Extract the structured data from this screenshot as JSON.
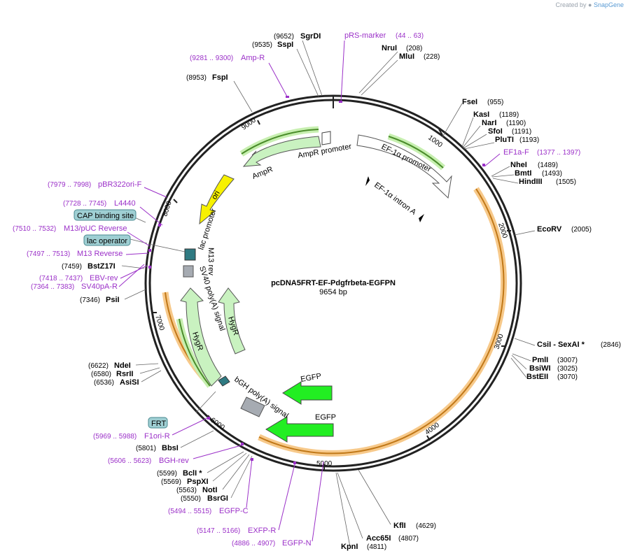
{
  "watermark": {
    "prefix": "Created by",
    "brand": "SnapGene"
  },
  "plasmid": {
    "name": "pcDNA5FRT-EF-Pdgfrbeta-EGFPN",
    "size": "9654 bp"
  },
  "ticks": [
    "1000",
    "2000",
    "3000",
    "4000",
    "5000",
    "6000",
    "7000",
    "8000",
    "9000"
  ],
  "sites": [
    {
      "name": "SgrDI",
      "pos": "(9652)"
    },
    {
      "name": "SspI",
      "pos": "(9535)"
    },
    {
      "name": "NruI",
      "pos": "(208)"
    },
    {
      "name": "MluI",
      "pos": "(228)"
    },
    {
      "name": "FspI",
      "pos": "(8953)"
    },
    {
      "name": "FseI",
      "pos": "(955)"
    },
    {
      "name": "KasI",
      "pos": "(1189)"
    },
    {
      "name": "NarI",
      "pos": "(1190)"
    },
    {
      "name": "SfoI",
      "pos": "(1191)"
    },
    {
      "name": "PluTI",
      "pos": "(1193)"
    },
    {
      "name": "NheI",
      "pos": "(1489)"
    },
    {
      "name": "BmtI",
      "pos": "(1493)"
    },
    {
      "name": "HindIII",
      "pos": "(1505)"
    },
    {
      "name": "EcoRV",
      "pos": "(2005)"
    },
    {
      "name": "CsiI - SexAI *",
      "pos": "(2846)"
    },
    {
      "name": "PmlI",
      "pos": "(3007)"
    },
    {
      "name": "BsiWI",
      "pos": "(3025)"
    },
    {
      "name": "BstEII",
      "pos": "(3070)"
    },
    {
      "name": "KflI",
      "pos": "(4629)"
    },
    {
      "name": "Acc65I",
      "pos": "(4807)"
    },
    {
      "name": "KpnI",
      "pos": "(4811)"
    },
    {
      "name": "BsrGI",
      "pos": "(5550)"
    },
    {
      "name": "NotI",
      "pos": "(5563)"
    },
    {
      "name": "PspXI",
      "pos": "(5569)"
    },
    {
      "name": "BclI *",
      "pos": "(5599)"
    },
    {
      "name": "BbsI",
      "pos": "(5801)"
    },
    {
      "name": "AsiSI",
      "pos": "(6536)"
    },
    {
      "name": "RsrII",
      "pos": "(6580)"
    },
    {
      "name": "NdeI",
      "pos": "(6622)"
    },
    {
      "name": "PsiI",
      "pos": "(7346)"
    },
    {
      "name": "BstZ17I",
      "pos": "(7459)"
    }
  ],
  "primers": [
    {
      "name": "pRS-marker",
      "range": "(44 .. 63)"
    },
    {
      "name": "Amp-R",
      "range": "(9281 .. 9300)"
    },
    {
      "name": "EF1a-F",
      "range": "(1377 .. 1397)"
    },
    {
      "name": "pBR322ori-F",
      "range": "(7979 .. 7998)"
    },
    {
      "name": "L4440",
      "range": "(7728 .. 7745)"
    },
    {
      "name": "M13/pUC Reverse",
      "range": "(7510 .. 7532)"
    },
    {
      "name": "M13 Reverse",
      "range": "(7497 .. 7513)"
    },
    {
      "name": "EBV-rev",
      "range": "(7418 .. 7437)"
    },
    {
      "name": "SV40pA-R",
      "range": "(7364 .. 7383)"
    },
    {
      "name": "F1ori-R",
      "range": "(5969 .. 5988)"
    },
    {
      "name": "BGH-rev",
      "range": "(5606 .. 5623)"
    },
    {
      "name": "EGFP-C",
      "range": "(5494 .. 5515)"
    },
    {
      "name": "EXFP-R",
      "range": "(5147 .. 5166)"
    },
    {
      "name": "EGFP-N",
      "range": "(4886 .. 4907)"
    }
  ],
  "boxed_labels": {
    "cap": "CAP binding site",
    "lacop": "lac operator",
    "frt": "FRT"
  },
  "features": {
    "ampr_promoter": "AmpR promoter",
    "ampr": "AmpR",
    "ori": "ori",
    "ef1a_promoter": "EF-1α promoter",
    "ef1a_intron": "EF-1α intron A",
    "lac_promoter": "lac promoter",
    "m13_rev": "M13 rev",
    "sv40": "SV40 poly(A) signal",
    "hygr1": "HygR",
    "hygr2": "HygR",
    "bgh": "bGH poly(A) signal",
    "egfp1": "EGFP",
    "egfp2": "EGFP"
  },
  "colors": {
    "primer": "#9b30c8",
    "orange": "#f5a623",
    "green_band": "#9fd87a",
    "ori": "#f7f100",
    "egfp": "#22ee22",
    "light_green": "#c9f2c0",
    "teal": "#9fcfd3"
  }
}
